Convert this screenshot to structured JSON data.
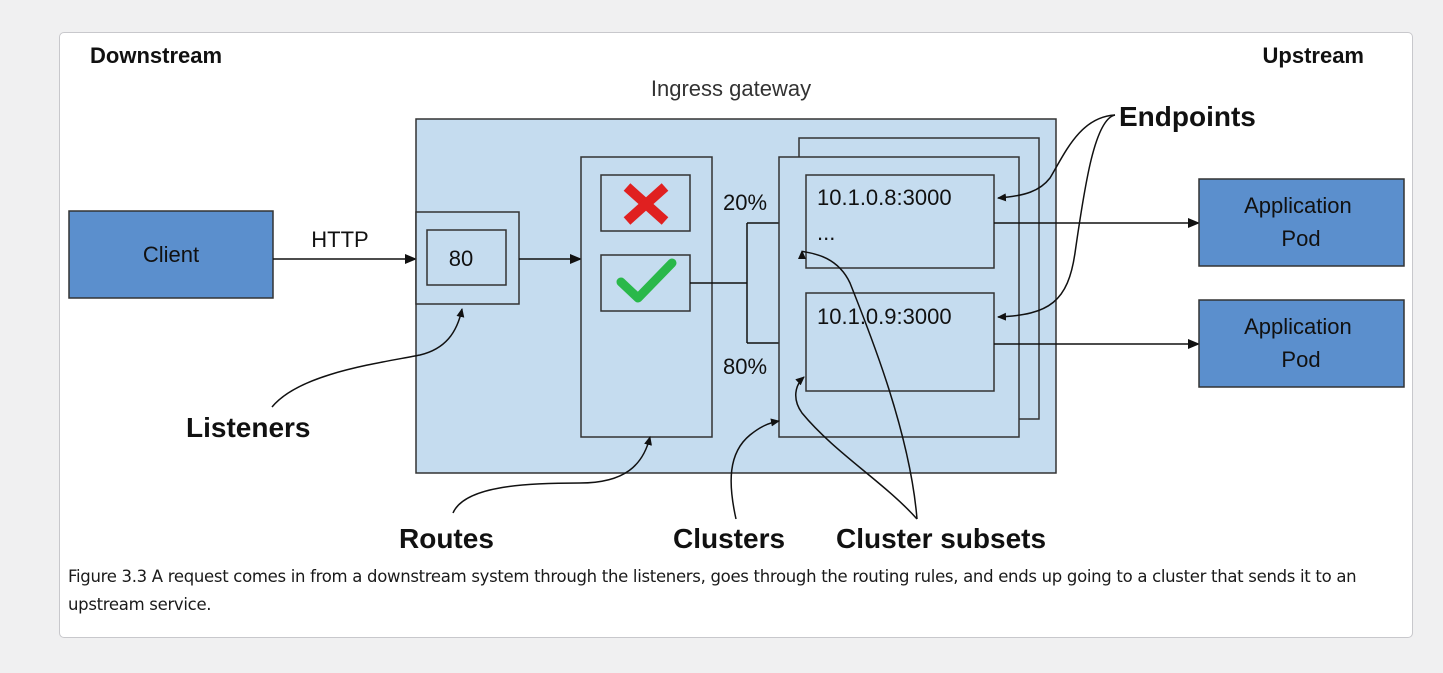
{
  "diagram": {
    "header_left": "Downstream",
    "header_right": "Upstream",
    "gateway_label": "Ingress gateway",
    "client_label": "Client",
    "protocol_label": "HTTP",
    "port_label": "80",
    "weight_top": "20%",
    "weight_bottom": "80%",
    "endpoint_1": "10.1.0.8:3000",
    "endpoint_1_more": "...",
    "endpoint_2": "10.1.0.9:3000",
    "app_pod_1": [
      "Application",
      "Pod"
    ],
    "app_pod_2": [
      "Application",
      "Pod"
    ],
    "callouts": {
      "endpoints": "Endpoints",
      "listeners": "Listeners",
      "routes": "Routes",
      "clusters": "Clusters",
      "cluster_subsets": "Cluster subsets"
    },
    "colors": {
      "gateway_fill": "#c5dcef",
      "box_fill": "#5b8fcd",
      "reject_icon": "#e02020",
      "accept_icon": "#2ab84a"
    },
    "icons": [
      "cross-icon",
      "check-icon"
    ]
  },
  "caption": "Figure 3.3 A request comes in from a downstream system through the listeners, goes through the routing rules, and ends up going to a cluster that sends it to an upstream service."
}
